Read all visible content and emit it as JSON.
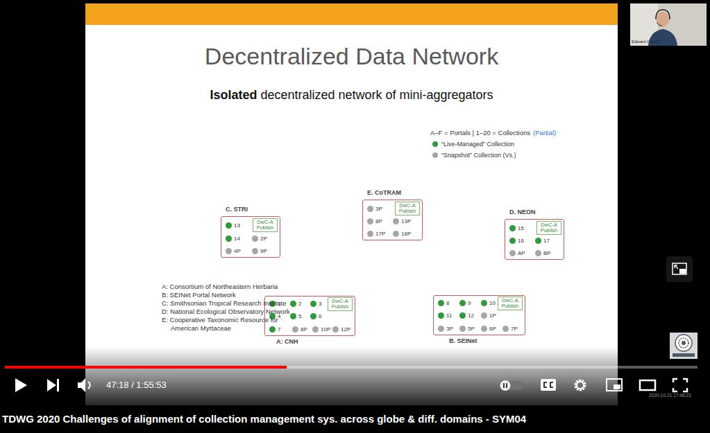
{
  "diagram": {
    "title": "Decentralized Data Network",
    "nodes": [
      {
        "text": [
          "E. CoTRAM"
        ]
      },
      {
        "text": [
          "3P"
        ],
        "in": 0
      },
      {
        "text": [
          "DwC-A Publish"
        ],
        "in": 0
      },
      {
        "text": [
          "8P"
        ],
        "in": 0
      },
      {
        "text": [
          "13P"
        ],
        "in": 0
      },
      {
        "text": [
          "17P"
        ],
        "in": 0
      },
      {
        "text": [
          "18P"
        ],
        "in": 0
      },
      {
        "text": [
          "C. STRI"
        ]
      },
      {
        "text": [
          "13"
        ],
        "in": 7
      },
      {
        "text": [
          "DwC-A Publish"
        ],
        "in": 7
      },
      {
        "text": [
          "14"
        ],
        "in": 7
      },
      {
        "text": [
          "2P"
        ],
        "in": 7
      },
      {
        "text": [
          "4P"
        ],
        "in": 7
      },
      {
        "text": [
          "9P"
        ],
        "in": 7
      },
      {
        "text": [
          "D. NEON"
        ]
      },
      {
        "text": [
          "15"
        ],
        "in": 14
      },
      {
        "text": [
          "DwC-A Publish"
        ],
        "in": 14
      },
      {
        "text": [
          "16"
        ],
        "in": 14
      },
      {
        "text": [
          "17"
        ],
        "in": 14
      },
      {
        "text": [
          "AP"
        ],
        "in": 14
      },
      {
        "text": [
          "BP"
        ],
        "in": 14
      },
      {
        "text": [
          "A: CNH"
        ]
      },
      {
        "text": [
          "1"
        ],
        "in": 21
      },
      {
        "text": [
          "2"
        ],
        "in": 21
      },
      {
        "text": [
          "3"
        ],
        "in": 21
      },
      {
        "text": [
          "DwC-A Publish"
        ],
        "in": 21
      },
      {
        "text": [
          "4"
        ],
        "in": 21
      },
      {
        "text": [
          "5"
        ],
        "in": 21
      },
      {
        "text": [
          "6"
        ],
        "in": 21
      },
      {
        "text": [
          "7"
        ],
        "in": 21
      },
      {
        "text": [
          "8P"
        ],
        "in": 21
      },
      {
        "text": [
          "10P"
        ],
        "in": 21
      },
      {
        "text": [
          "12P"
        ],
        "in": 21
      },
      {
        "text": [
          "B. SEINet"
        ]
      },
      {
        "text": [
          "8"
        ],
        "in": 33
      },
      {
        "text": [
          "9"
        ],
        "in": 33
      },
      {
        "text": [
          "10"
        ],
        "in": 33
      },
      {
        "text": [
          "DwC-A Publish"
        ],
        "in": 33
      },
      {
        "text": [
          "11"
        ],
        "in": 33
      },
      {
        "text": [
          "12"
        ],
        "in": 33
      },
      {
        "text": [
          "1P"
        ],
        "in": 33
      },
      {
        "text": [
          "3P"
        ],
        "in": 33
      },
      {
        "text": [
          "5P"
        ],
        "in": 33
      },
      {
        "text": [
          "6P"
        ],
        "in": 33
      },
      {
        "text": [
          "7P"
        ],
        "in": 33
      }
    ],
    "labels": [
      "Isolated",
      "decentralized network of mini-aggregators",
      "A–F = Portals | 1–20 = Collections",
      "(Partial)",
      "A: Consortium of Northeastern Herbaria",
      "B: SEINet Portal Network",
      "C: Smithsonian Tropical Research Institute",
      "D: National Ecological Observatory Network",
      "E: Cooperative Taxonomic Resource for American Myrtaceae",
      "Edward Gilbert",
      "47:18 / 1:55:53",
      "2020-10-21 17:48:23",
      "TDWG 2020 Challenges of alignment of collection management sys. across globe & diff. domains - SYM04"
    ],
    "legend": [
      {
        "text": "“Live-Managed” Collection",
        "color": "#2e9a3a"
      },
      {
        "text": "“Snapshot” Collection (Vs.)",
        "color": "#a6a6a6"
      }
    ]
  }
}
